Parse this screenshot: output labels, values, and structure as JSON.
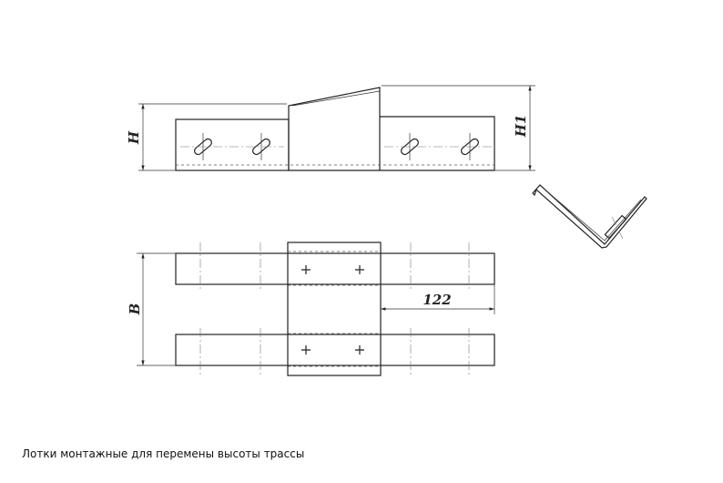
{
  "dimensions": {
    "h_label": "H",
    "h1_label": "H1",
    "b_label": "B",
    "length_label": "122"
  },
  "caption": "Лотки монтажные для перемены высоты трассы"
}
